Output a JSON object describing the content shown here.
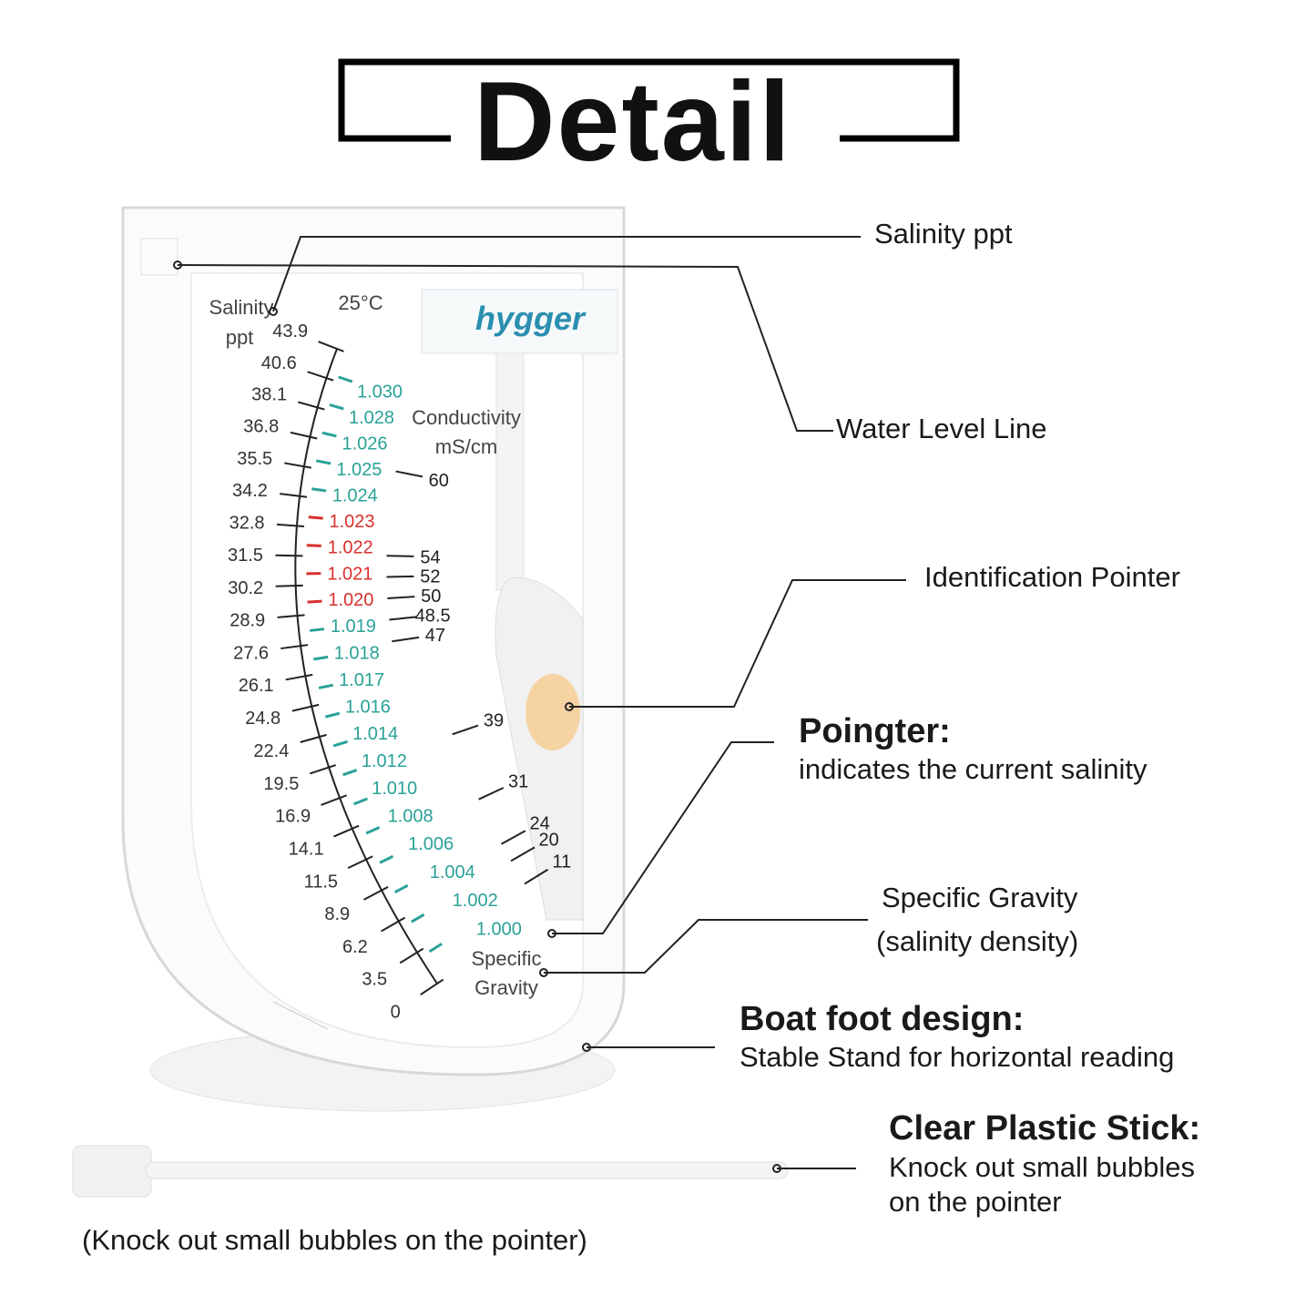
{
  "title": "Detail",
  "device": {
    "brand": "hygger",
    "salinity_label": [
      "Salinity",
      "ppt"
    ],
    "temp_label": "25°C",
    "conductivity_label": [
      "Conductivity",
      "mS/cm"
    ],
    "sg_label": [
      "Specific",
      "Gravity"
    ],
    "salinity_scale": [
      "43.9",
      "40.6",
      "38.1",
      "36.8",
      "35.5",
      "34.2",
      "32.8",
      "31.5",
      "30.2",
      "28.9",
      "27.6",
      "26.1",
      "24.8",
      "22.4",
      "19.5",
      "16.9",
      "14.1",
      "11.5",
      "8.9",
      "6.2",
      "3.5",
      "0"
    ],
    "sg_scale": [
      "1.030",
      "1.028",
      "1.026",
      "1.025",
      "1.024",
      "1.023",
      "1.022",
      "1.021",
      "1.020",
      "1.019",
      "1.018",
      "1.017",
      "1.016",
      "1.014",
      "1.012",
      "1.010",
      "1.008",
      "1.006",
      "1.004",
      "1.002",
      "1.000"
    ],
    "sg_highlight": [
      "1.023",
      "1.022",
      "1.021",
      "1.020"
    ],
    "conductivity_scale": [
      "60",
      "54",
      "52",
      "50",
      "48.5",
      "47",
      "39",
      "31",
      "24",
      "20",
      "11"
    ]
  },
  "callouts": {
    "salinity": "Salinity ppt",
    "water_level": "Water Level Line",
    "identification": "Identification Pointer",
    "pointer_title": "Poingter:",
    "pointer_desc": "indicates the current salinity",
    "sg_title": "Specific Gravity",
    "sg_desc": "(salinity density)",
    "boat_title": "Boat foot design:",
    "boat_desc": "Stable Stand for horizontal reading",
    "stick_title": "Clear Plastic Stick:",
    "stick_desc": [
      "Knock out small bubbles",
      "on the pointer"
    ],
    "stick_note": "(Knock out small bubbles on the pointer)"
  },
  "colors": {
    "teal": "#2aa198",
    "red": "#d9302c",
    "ink": "#222222"
  }
}
